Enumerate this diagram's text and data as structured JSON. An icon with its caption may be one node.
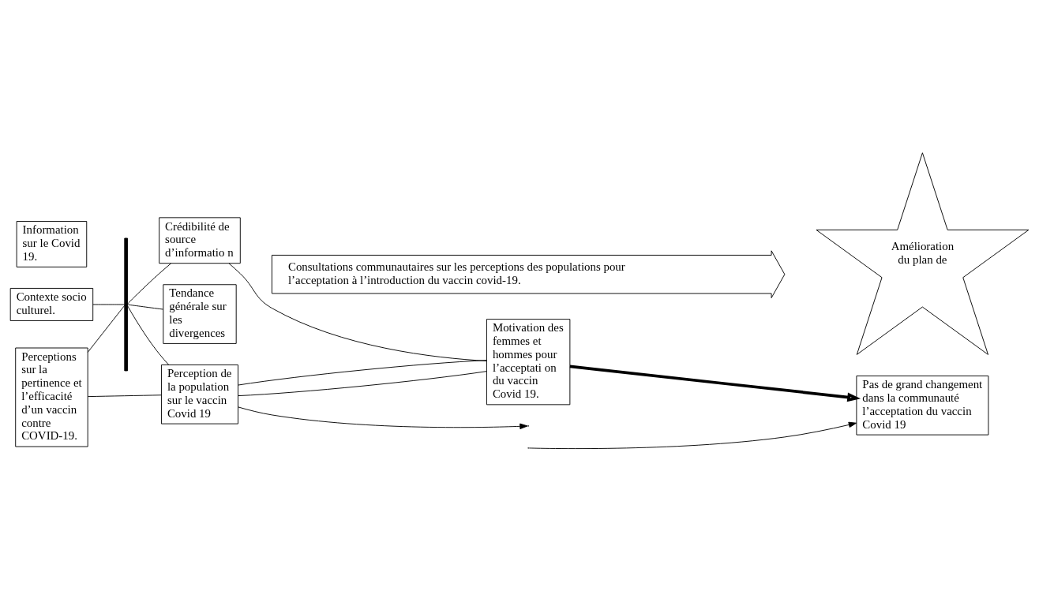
{
  "diagram": {
    "nodes": [
      {
        "text": [
          "Contexte socio culturel."
        ]
      },
      {
        "text": [
          "Crédibilité de source d’informatio n"
        ]
      },
      {
        "text": [
          "Motivation des femmes et hommes pour l’acceptati on du vaccin Covid 19."
        ]
      },
      {
        "text": [
          "Information sur le Covid 19."
        ]
      },
      {
        "text": [
          "Perception de la population sur le vaccin Covid 19"
        ]
      },
      {
        "text": [
          "Pas de grand changement dans la communauté l’acceptation du vaccin Covid 19"
        ]
      },
      {
        "text": [
          "Perceptions sur la pertinence et l’efficacité d’un vaccin contre COVID-19."
        ]
      },
      {
        "text": [],
        "shape": "bar"
      },
      {
        "text": [
          "Amélioration du plan de"
        ]
      },
      {
        "text": [
          "Tendance générale sur les divergences"
        ]
      },
      {
        "text": [
          "Consultations communautaires sur les perceptions des populations pour l’acceptation à l’introduction du vaccin covid-19."
        ]
      }
    ],
    "edges": [
      {
        "from": 0,
        "to": 7,
        "arrow": "none"
      },
      {
        "from": 6,
        "to": 7,
        "arrow": "none"
      },
      {
        "from": 7,
        "to": 1,
        "arrow": "none"
      },
      {
        "from": 7,
        "to": 4,
        "arrow": "none"
      },
      {
        "from": 7,
        "to": 9,
        "arrow": "none"
      },
      {
        "from": 6,
        "to": 4,
        "arrow": "none"
      },
      {
        "from": 1,
        "to": 2,
        "arrow": "none"
      },
      {
        "from": 4,
        "to": 2,
        "arrow": "none"
      },
      {
        "from": 4,
        "to": 2,
        "arrow": "none"
      },
      {
        "from": 4,
        "to": null,
        "arrow": "to"
      },
      {
        "from": null,
        "to": 5,
        "arrow": "to"
      },
      {
        "from": 2,
        "to": 5,
        "arrow": "to",
        "style": "thick"
      }
    ]
  }
}
